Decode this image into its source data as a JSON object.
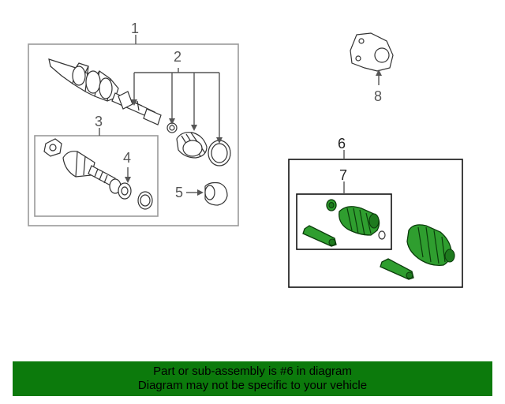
{
  "callouts": {
    "c1": "1",
    "c2": "2",
    "c3": "3",
    "c4": "4",
    "c5": "5",
    "c6": "6",
    "c7": "7",
    "c8": "8"
  },
  "banner": {
    "line1": "Part or sub-assembly is #6 in diagram",
    "line2": "Diagram may not be specific to your vehicle"
  },
  "colors": {
    "highlight": "#0c7a0c",
    "part_green": "#2f9e2f"
  }
}
